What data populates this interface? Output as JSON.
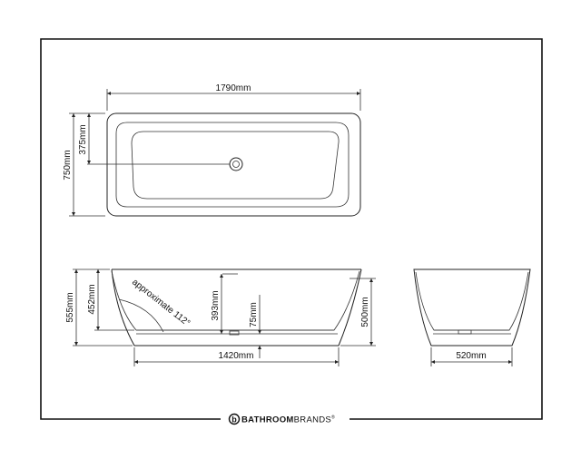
{
  "dimensions": {
    "top_length": "1790mm",
    "top_width": "750mm",
    "waste_offset": "375mm",
    "side_height_total": "555mm",
    "side_inner_depth": "452mm",
    "water_depth": "393mm",
    "base_height": "75mm",
    "end_height": "500mm",
    "base_length": "1420mm",
    "base_width": "520mm",
    "backrest_angle": "approximate 112°"
  },
  "brand": {
    "logo_letter": "b",
    "name_bold": "BATHROOM",
    "name_light": "BRANDS",
    "registered_mark": "®"
  },
  "colors": {
    "ink": "#222222",
    "frame": "#111111",
    "background": "#ffffff"
  }
}
